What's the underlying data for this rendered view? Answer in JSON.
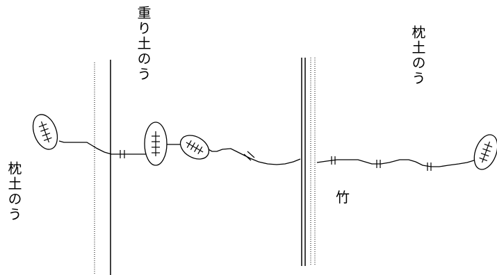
{
  "labels": {
    "top_center": "重り土のう",
    "top_right": "枕土のう",
    "left": "枕土のう",
    "bamboo": "竹"
  }
}
